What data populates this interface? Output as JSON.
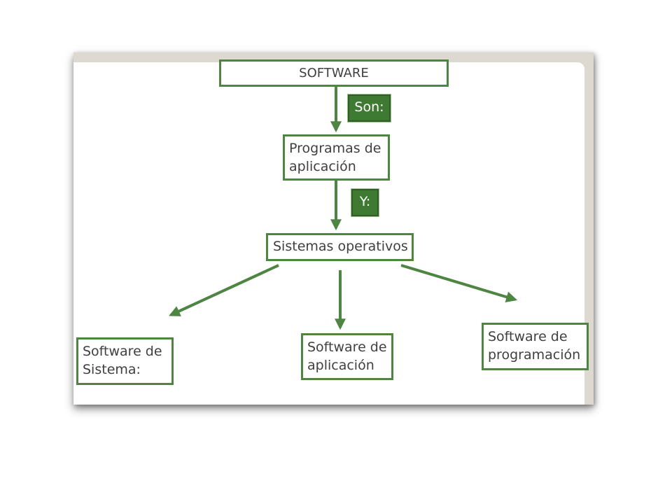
{
  "diagram": {
    "root": "SOFTWARE",
    "connector_1": "Son:",
    "node_programas": [
      "Programas de",
      "aplicación"
    ],
    "connector_2": "Y:",
    "node_sistemas": "Sistemas operativos",
    "leaf_sistema": [
      "Software de",
      "Sistema:"
    ],
    "leaf_aplicacion": [
      "Software de",
      "aplicación"
    ],
    "leaf_programacion": [
      "Software de",
      "programación"
    ]
  },
  "colors": {
    "border": "#4e8543",
    "arrow": "#4e8543",
    "tag_fill": "#3f7a32",
    "text": "#404040"
  }
}
